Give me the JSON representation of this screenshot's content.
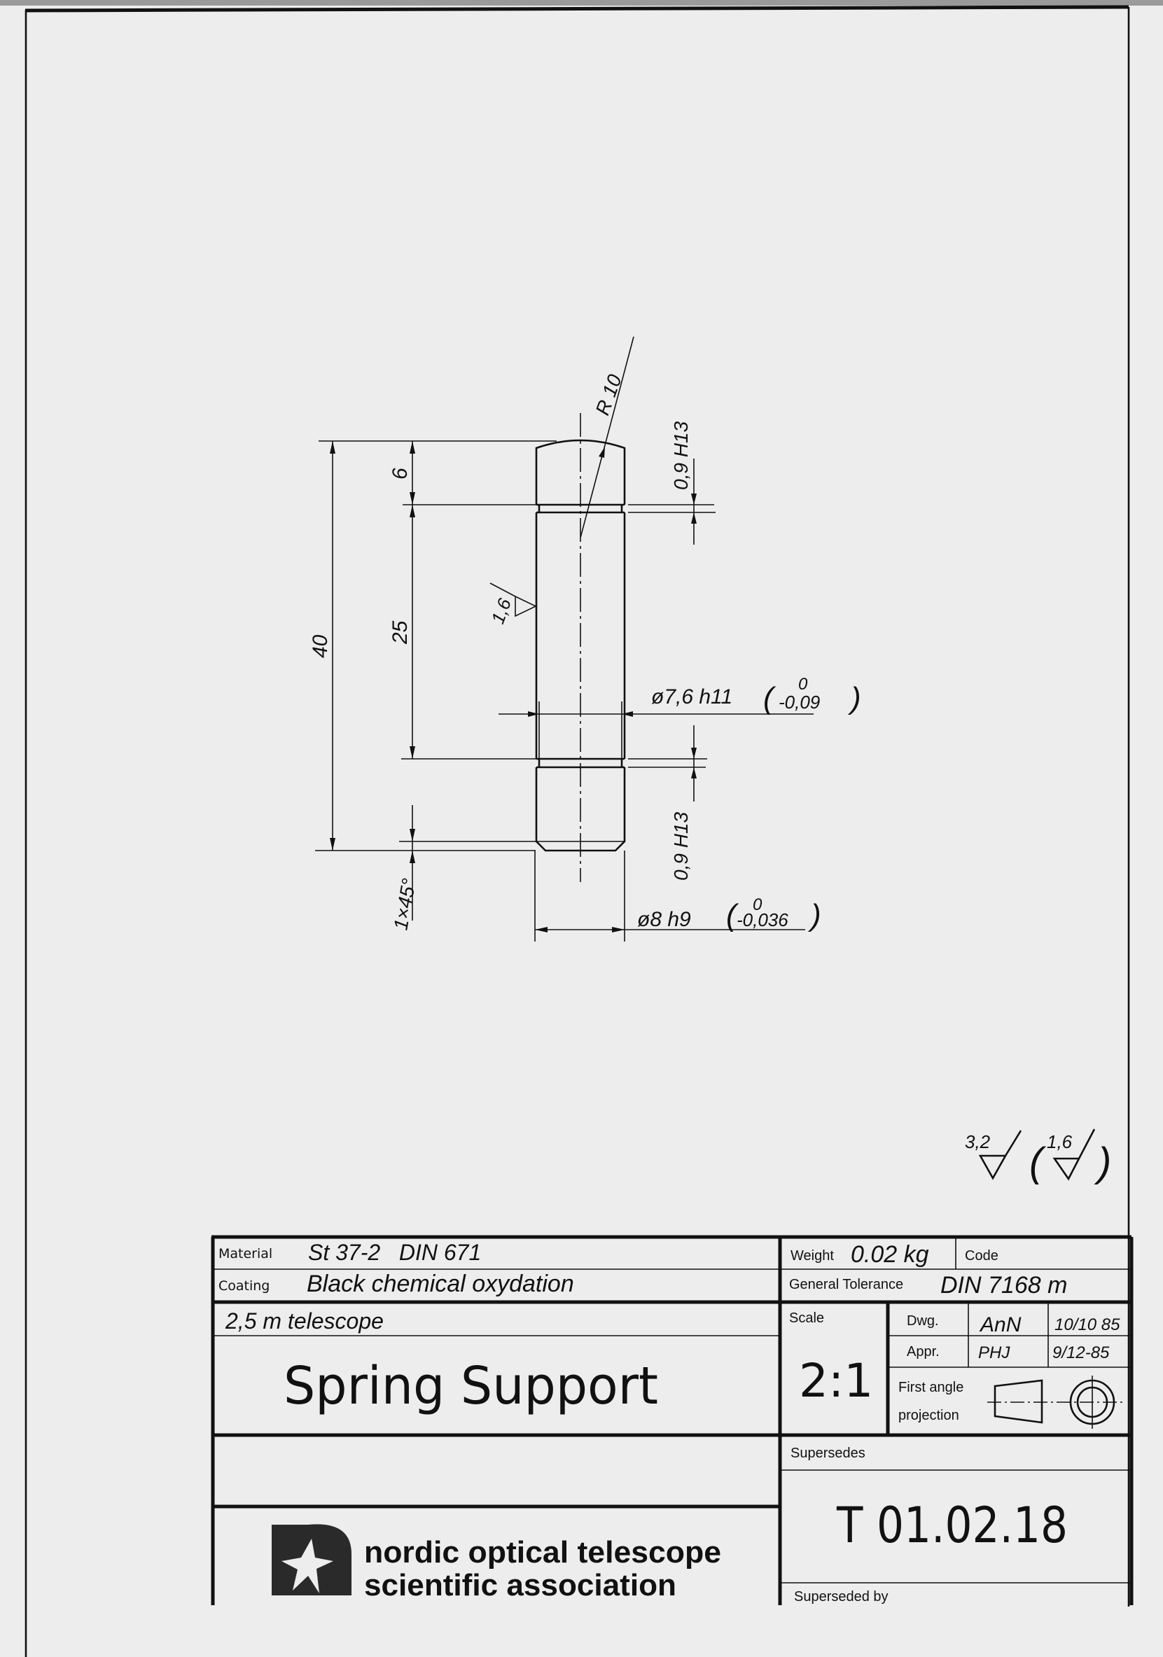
{
  "drawing": {
    "dimensions": {
      "overall_length": "40",
      "body_length": "25",
      "head_length": "6",
      "chamfer": "1×45°",
      "radius": "R 10",
      "groove_top": "0,9 H13",
      "groove_bottom": "0,9 H13",
      "groove_diameter": "ø7,6 h11",
      "groove_tol_upper": "0",
      "groove_tol_lower": "-0,09",
      "outer_diameter": "ø8 h9",
      "outer_tol_upper": "0",
      "outer_tol_lower": "-0,036",
      "surface_finish_local": "1,6"
    },
    "general_finish": {
      "main": "3,2",
      "other": "1,6"
    }
  },
  "title_block": {
    "material_label": "Material",
    "material_value": "St 37-2   DIN 671",
    "coating_label": "Coating",
    "coating_value": "Black chemical oxydation",
    "project": "2,5 m telescope",
    "title": "Spring Support",
    "weight_label": "Weight",
    "weight_value": "0.02 kg",
    "code_label": "Code",
    "tolerance_label": "General Tolerance",
    "tolerance_value": "DIN 7168 m",
    "scale_label": "Scale",
    "scale_value": "2:1",
    "dwg_label": "Dwg.",
    "dwg_by": "AnN",
    "dwg_date": "10/10 85",
    "appr_label": "Appr.",
    "appr_by": "PHJ",
    "appr_date": "9/12-85",
    "projection_line1": "First angle",
    "projection_line2": "projection",
    "supersedes_label": "Supersedes",
    "drawing_number": "T 01.02.18",
    "superseded_by_label": "Superseded by",
    "org_line1": "nordic optical telescope",
    "org_line2": "scientific association"
  }
}
